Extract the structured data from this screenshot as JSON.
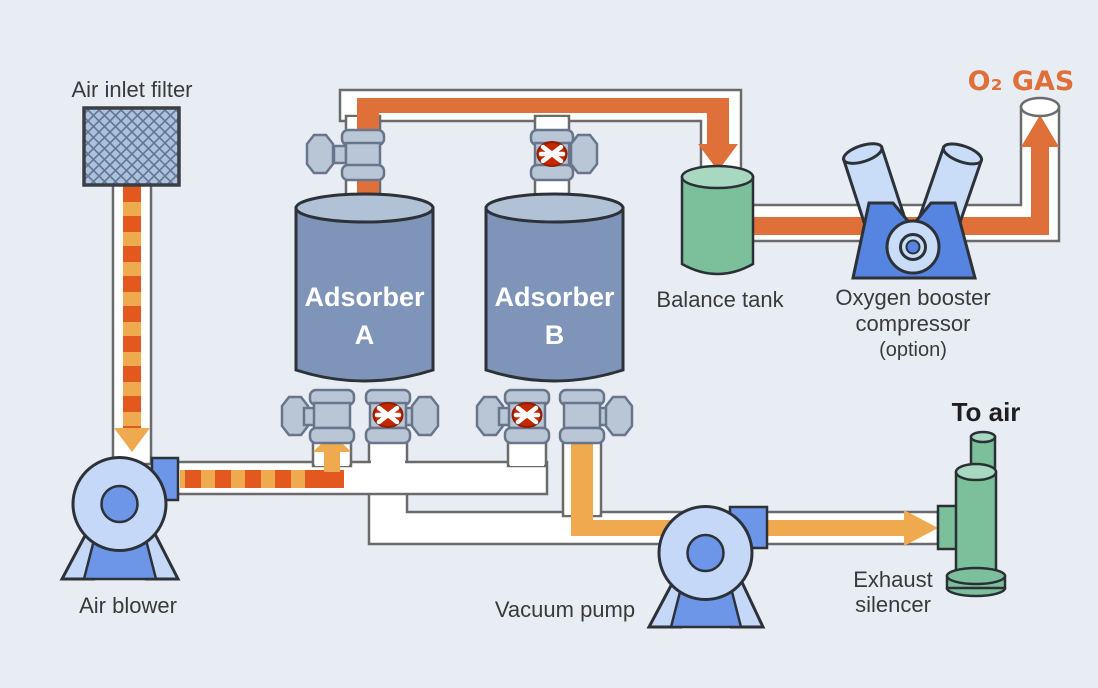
{
  "labels": {
    "air_inlet_filter": "Air inlet filter",
    "air_blower": "Air blower",
    "adsorber_a": {
      "name": "Adsorber",
      "unit": "A"
    },
    "adsorber_b": {
      "name": "Adsorber",
      "unit": "B"
    },
    "balance_tank": "Balance tank",
    "oxygen_booster": {
      "line1": "Oxygen booster",
      "line2": "compressor",
      "line3": "(option)"
    },
    "o2_gas": "O₂ GAS",
    "vacuum_pump": "Vacuum pump",
    "exhaust_silencer": {
      "line1": "Exhaust",
      "line2": "silencer"
    },
    "to_air": "To air"
  },
  "colors": {
    "background": "#e8edf4",
    "pipe_outline": "#6b6b6b",
    "oxygen_flow_orange": "#e0703a",
    "air_flow_dark_orange": "#e3581e",
    "air_flow_yellow": "#efa94e",
    "adsorber_body_blue": "#7e94b8",
    "adsorber_top_blue": "#b2c2d6",
    "tank_green": "#7cc09b",
    "tank_green_top": "#a8d8bf",
    "machine_blue_light": "#c5d8f7",
    "machine_blue": "#6d96e8",
    "compressor_blue": "#5585e0",
    "valve_grey_blue": "#b9c6d6",
    "closed_valve_red": "#c32800",
    "label_text": "#3a3a3a"
  }
}
